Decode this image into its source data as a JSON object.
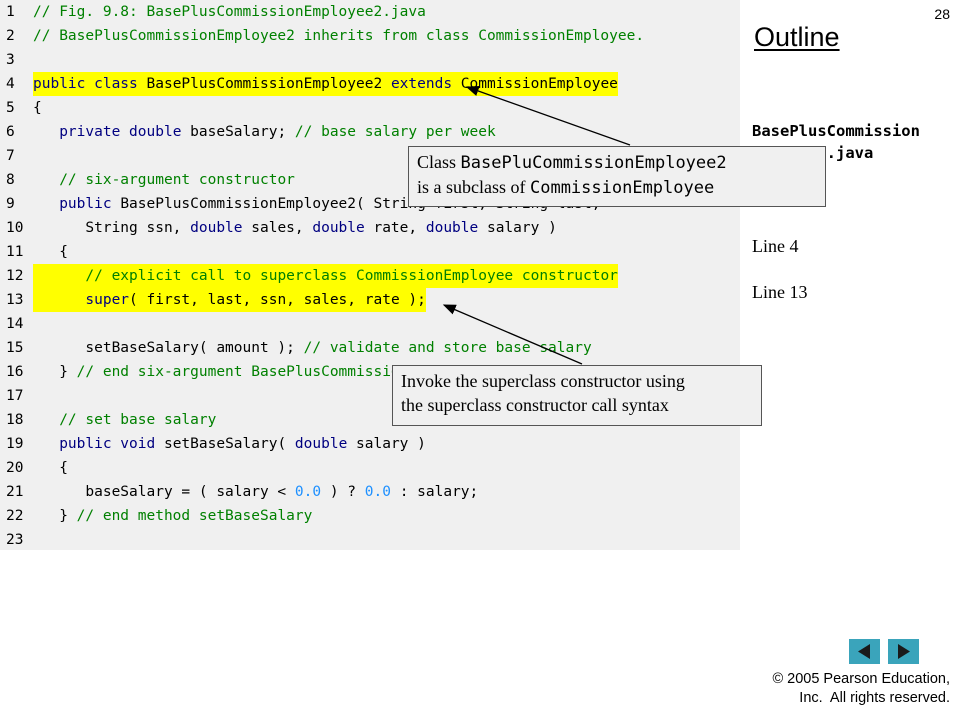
{
  "slide_number": "28",
  "outline_title": "Outline",
  "file_name": "BasePlusCommission\n  loyee2.java",
  "line_labels": [
    "Line 4",
    "Line 13"
  ],
  "callouts": {
    "subclass": {
      "l1_pre": "Class ",
      "l1_code": "BasePluCommissionEmployee2",
      "l2_pre": "is a subclass of ",
      "l2_code": "CommissionEmployee"
    },
    "super_call": {
      "line1": "Invoke the superclass constructor using",
      "line2": "the superclass constructor call syntax"
    }
  },
  "copyright": "© 2005 Pearson Education,\nInc.  All rights reserved.",
  "nav": {
    "prev_icon": "triangle-left-icon",
    "next_icon": "triangle-right-icon"
  },
  "colors": {
    "keyword": "#000080",
    "comment": "#008000",
    "number": "#1e90ff",
    "highlight": "#ffff00",
    "panel": "#f0f0f0",
    "nav": "#3aa4bb"
  },
  "code_lines": [
    {
      "n": "1",
      "hl": false,
      "tokens": [
        [
          "cm",
          "// Fig. 9.8: BasePlusCommissionEmployee2.java"
        ]
      ]
    },
    {
      "n": "2",
      "hl": false,
      "tokens": [
        [
          "cm",
          "// BasePlusCommissionEmployee2 inherits from class CommissionEmployee."
        ]
      ]
    },
    {
      "n": "3",
      "hl": false,
      "tokens": []
    },
    {
      "n": "4",
      "hl": true,
      "tokens": [
        [
          "kw",
          "public class "
        ],
        [
          "tx",
          "BasePlusCommissionEmployee2 "
        ],
        [
          "kw",
          "extends "
        ],
        [
          "tx",
          "CommissionEmployee"
        ]
      ]
    },
    {
      "n": "5",
      "hl": false,
      "tokens": [
        [
          "tx",
          "{"
        ]
      ]
    },
    {
      "n": "6",
      "hl": false,
      "tokens": [
        [
          "tx",
          "   "
        ],
        [
          "kw",
          "private double "
        ],
        [
          "tx",
          "baseSalary; "
        ],
        [
          "cm",
          "// base salary per week"
        ]
      ]
    },
    {
      "n": "7",
      "hl": false,
      "tokens": []
    },
    {
      "n": "8",
      "hl": false,
      "tokens": [
        [
          "tx",
          "   "
        ],
        [
          "cm",
          "// six-argument constructor"
        ]
      ]
    },
    {
      "n": "9",
      "hl": false,
      "tokens": [
        [
          "tx",
          "   "
        ],
        [
          "kw",
          "public "
        ],
        [
          "tx",
          "BasePlusCommissionEmployee2( String first, String last,"
        ]
      ]
    },
    {
      "n": "10",
      "hl": false,
      "tokens": [
        [
          "tx",
          "      String ssn, "
        ],
        [
          "kw",
          "double "
        ],
        [
          "tx",
          "sales, "
        ],
        [
          "kw",
          "double "
        ],
        [
          "tx",
          "rate, "
        ],
        [
          "kw",
          "double "
        ],
        [
          "tx",
          "salary )"
        ]
      ]
    },
    {
      "n": "11",
      "hl": false,
      "tokens": [
        [
          "tx",
          "   {"
        ]
      ]
    },
    {
      "n": "12",
      "hl": true,
      "tokens": [
        [
          "tx",
          "      "
        ],
        [
          "cm",
          "// explicit call to superclass CommissionEmployee constructor"
        ]
      ]
    },
    {
      "n": "13",
      "hl": true,
      "tokens": [
        [
          "tx",
          "      "
        ],
        [
          "kw",
          "super"
        ],
        [
          "tx",
          "( first, last, ssn, sales, rate );"
        ]
      ]
    },
    {
      "n": "14",
      "hl": false,
      "tokens": []
    },
    {
      "n": "15",
      "hl": false,
      "tokens": [
        [
          "tx",
          "      setBaseSalary( amount ); "
        ],
        [
          "cm",
          "// validate and store base salary"
        ]
      ]
    },
    {
      "n": "16",
      "hl": false,
      "tokens": [
        [
          "tx",
          "   } "
        ],
        [
          "cm",
          "// end six-argument BasePlusCommissionEmployee2 constructor"
        ]
      ]
    },
    {
      "n": "17",
      "hl": false,
      "tokens": []
    },
    {
      "n": "18",
      "hl": false,
      "tokens": [
        [
          "tx",
          "   "
        ],
        [
          "cm",
          "// set base salary"
        ]
      ]
    },
    {
      "n": "19",
      "hl": false,
      "tokens": [
        [
          "tx",
          "   "
        ],
        [
          "kw",
          "public void "
        ],
        [
          "tx",
          "setBaseSalary( "
        ],
        [
          "kw",
          "double "
        ],
        [
          "tx",
          "salary )"
        ]
      ]
    },
    {
      "n": "20",
      "hl": false,
      "tokens": [
        [
          "tx",
          "   {"
        ]
      ]
    },
    {
      "n": "21",
      "hl": false,
      "tokens": [
        [
          "tx",
          "      baseSalary = ( salary < "
        ],
        [
          "nm",
          "0.0"
        ],
        [
          "tx",
          " ) ? "
        ],
        [
          "nm",
          "0.0"
        ],
        [
          "tx",
          " : salary;"
        ]
      ]
    },
    {
      "n": "22",
      "hl": false,
      "tokens": [
        [
          "tx",
          "   } "
        ],
        [
          "cm",
          "// end method setBaseSalary"
        ]
      ]
    },
    {
      "n": "23",
      "hl": false,
      "tokens": []
    }
  ]
}
